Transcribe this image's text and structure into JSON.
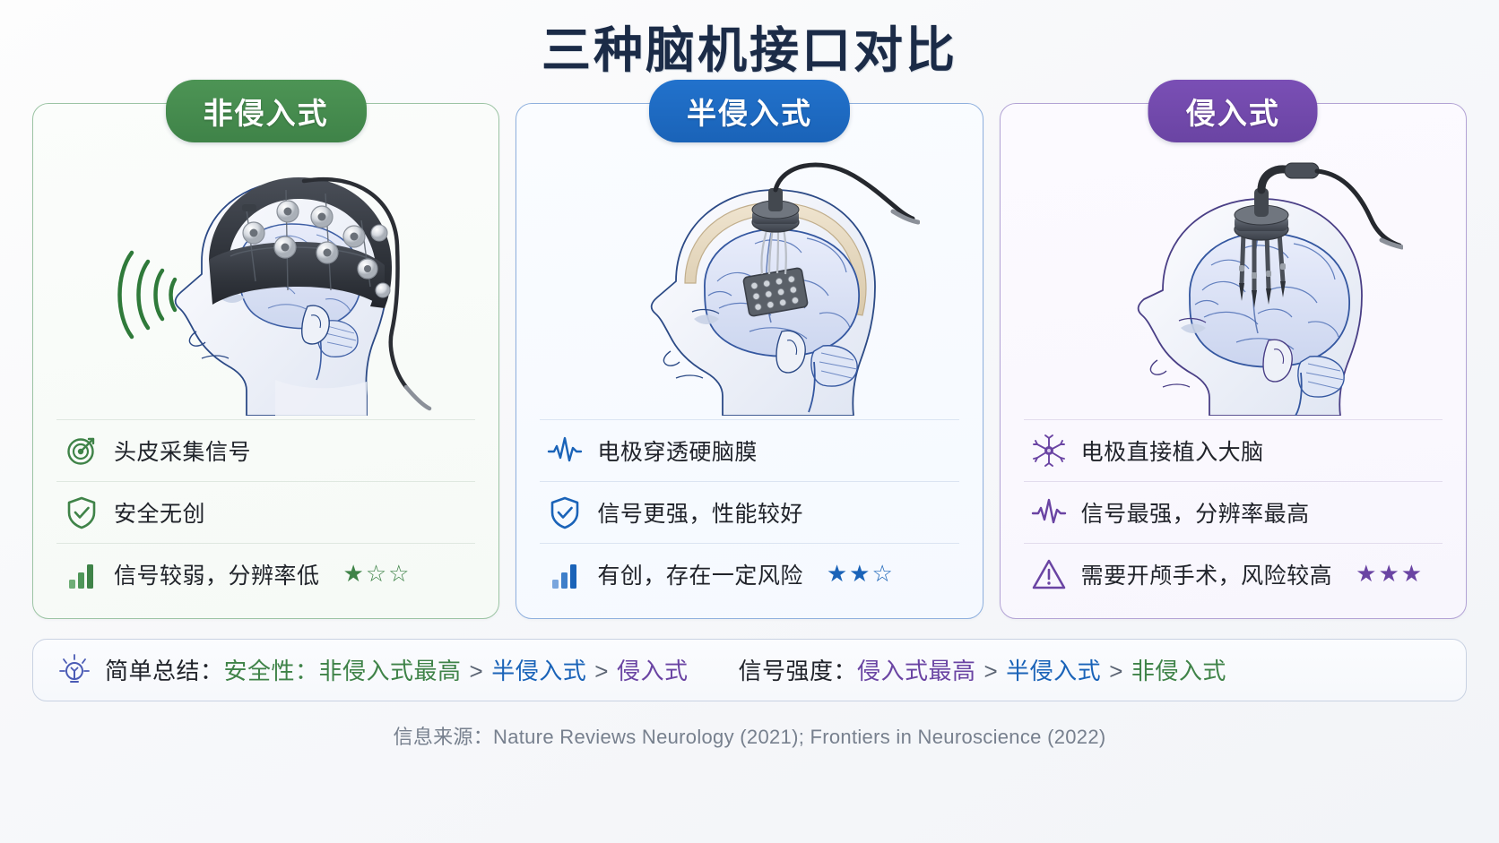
{
  "title": "三种脑机接口对比",
  "cards": [
    {
      "badge": "非侵入式",
      "accent": "#3f8348",
      "illustration": "eeg-cap-head",
      "features": [
        {
          "icon": "target-icon",
          "text": "头皮采集信号",
          "stars_filled": 0,
          "stars_total": 0
        },
        {
          "icon": "shield-check-icon",
          "text": "安全无创",
          "stars_filled": 0,
          "stars_total": 0
        },
        {
          "icon": "signal-bars-icon",
          "text": "信号较弱，分辨率低",
          "stars_filled": 1,
          "stars_total": 3
        }
      ]
    },
    {
      "badge": "半侵入式",
      "accent": "#1a63b8",
      "illustration": "ecog-grid-head",
      "features": [
        {
          "icon": "pulse-wave-icon",
          "text": "电极穿透硬脑膜",
          "stars_filled": 0,
          "stars_total": 0
        },
        {
          "icon": "shield-check-icon",
          "text": "信号更强，性能较好",
          "stars_filled": 0,
          "stars_total": 0
        },
        {
          "icon": "signal-bars-icon",
          "text": "有创，存在一定风险",
          "stars_filled": 2,
          "stars_total": 3
        }
      ]
    },
    {
      "badge": "侵入式",
      "accent": "#6a44a3",
      "illustration": "depth-electrode-head",
      "features": [
        {
          "icon": "neuron-icon",
          "text": "电极直接植入大脑",
          "stars_filled": 0,
          "stars_total": 0
        },
        {
          "icon": "pulse-wave-icon",
          "text": "信号最强，分辨率最高",
          "stars_filled": 0,
          "stars_total": 0
        },
        {
          "icon": "warning-triangle-icon",
          "text": "需要开颅手术，风险较高",
          "stars_filled": 3,
          "stars_total": 3
        }
      ]
    }
  ],
  "summary": {
    "icon": "lightbulb-icon",
    "label": "简单总结：",
    "metric1": {
      "label": "安全性：",
      "items": [
        "非侵入式最高",
        "半侵入式",
        "侵入式"
      ],
      "colors": [
        "#3f8348",
        "#1a63b8",
        "#6a44a3"
      ],
      "separator": ">"
    },
    "metric2": {
      "label": "信号强度：",
      "items": [
        "侵入式最高",
        "半侵入式",
        "非侵入式"
      ],
      "colors": [
        "#6a44a3",
        "#1a63b8",
        "#3f8348"
      ],
      "separator": ">"
    }
  },
  "footer": "信息来源：Nature Reviews Neurology (2021); Frontiers in Neuroscience (2022)"
}
